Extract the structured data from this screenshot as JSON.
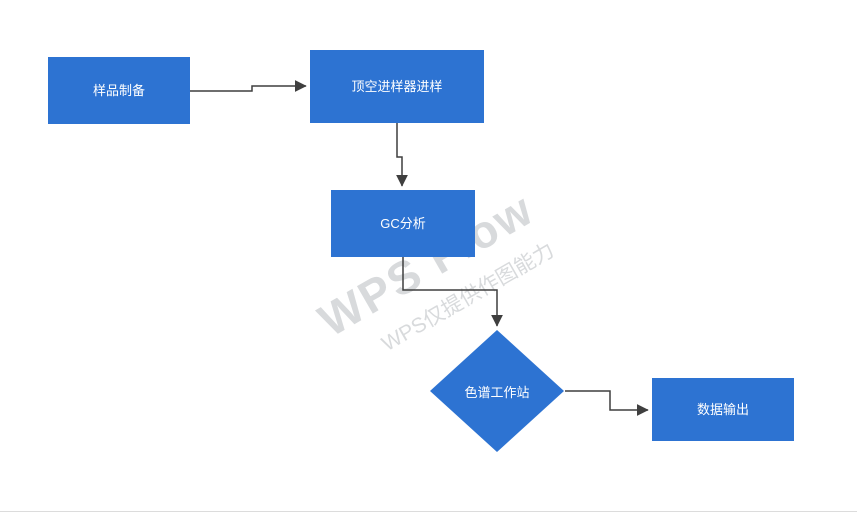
{
  "diagram": {
    "type": "flowchart",
    "nodes": [
      {
        "id": "sample-prep",
        "shape": "rect",
        "label": "样品制备"
      },
      {
        "id": "headspace-injection",
        "shape": "rect",
        "label": "顶空进样器进样"
      },
      {
        "id": "gc-analysis",
        "shape": "rect",
        "label": "GC分析"
      },
      {
        "id": "chromatography-workstation",
        "shape": "diamond",
        "label": "色谱工作站"
      },
      {
        "id": "data-output",
        "shape": "rect",
        "label": "数据输出"
      }
    ],
    "edges": [
      {
        "from": "sample-prep",
        "to": "headspace-injection"
      },
      {
        "from": "headspace-injection",
        "to": "gc-analysis"
      },
      {
        "from": "gc-analysis",
        "to": "chromatography-workstation"
      },
      {
        "from": "chromatography-workstation",
        "to": "data-output"
      }
    ]
  },
  "watermark": {
    "line1": "WPS Flow",
    "line2": "WPS仅提供作图能力"
  },
  "colors": {
    "node_fill": "#2d73d2",
    "node_text": "#ffffff",
    "connector": "#3f3f3f",
    "watermark": "#9aa0a6"
  }
}
